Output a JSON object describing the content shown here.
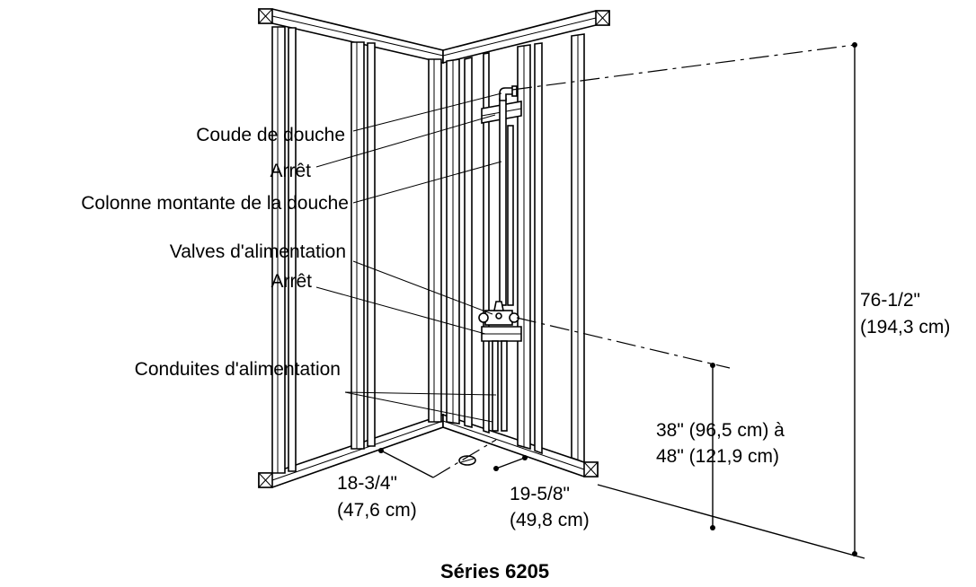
{
  "labels": {
    "shower_elbow": "Coude de douche",
    "stop_upper": "Arrêt",
    "shower_riser": "Colonne montante de la douche",
    "supply_valves": "Valves d'alimentation",
    "stop_lower": "Arrêt",
    "supply_lines": "Conduites d'alimentation"
  },
  "dimensions": {
    "total_height_in": "76-1/2\"",
    "total_height_cm": "(194,3 cm)",
    "valve_height_line1": "38\" (96,5 cm) à",
    "valve_height_line2": "48\" (121,9 cm)",
    "left_width_in": "18-3/4\"",
    "left_width_cm": "(47,6 cm)",
    "right_width_in": "19-5/8\"",
    "right_width_cm": "(49,8 cm)"
  },
  "title": "Séries 6205"
}
